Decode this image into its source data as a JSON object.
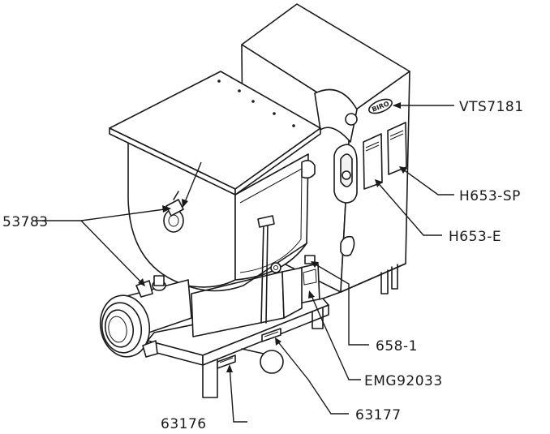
{
  "labels": {
    "vts7181": "VTS7181",
    "h653sp": "H653-SP",
    "h653e": "H653-E",
    "p53783": "53783",
    "p658_1": "658-1",
    "emg92033": "EMG92033",
    "p63177": "63177",
    "p63176": "63176"
  },
  "brand": {
    "logo_text": "BIRO"
  },
  "colors": {
    "ink": "#1a1a1a",
    "background": "#ffffff"
  }
}
